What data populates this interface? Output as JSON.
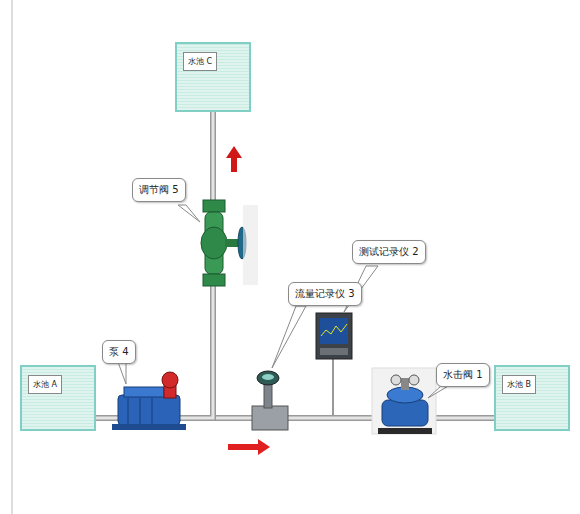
{
  "diagram": {
    "nodes": [
      {
        "text": [
          "水池 C"
        ]
      },
      {
        "text": [
          "调节阀 5"
        ]
      },
      {
        "text": [
          "测试记录仪 2"
        ]
      },
      {
        "text": [
          "流量记录仪 3"
        ]
      },
      {
        "text": [
          "泵 4"
        ]
      },
      {
        "text": [
          "水池 A"
        ]
      },
      {
        "text": [
          "水击阀 1"
        ]
      },
      {
        "text": [
          "水池 B"
        ]
      }
    ],
    "edges": [
      {
        "from": 5,
        "to": 7,
        "arrow": "none"
      },
      {
        "from": 5,
        "to": 0,
        "arrow": "none"
      }
    ]
  }
}
